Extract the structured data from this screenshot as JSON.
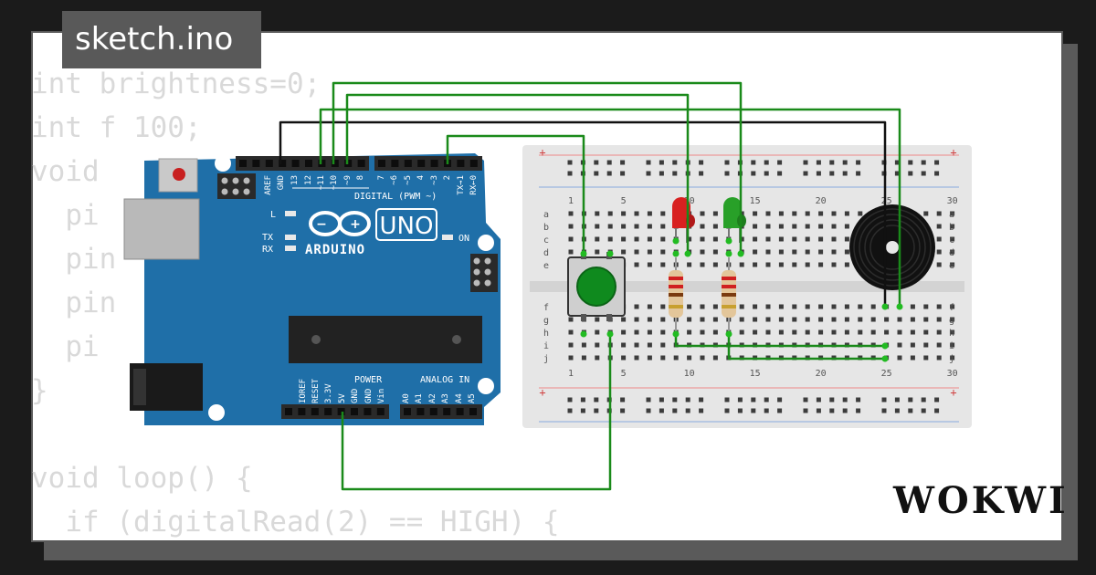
{
  "title": "sketch.ino",
  "logo": "WOKWI",
  "code_lines": [
    "int brightness=0;",
    "int f 100;",
    "void",
    "  pi",
    "  pin",
    "  pin",
    "  pi",
    "}",
    "",
    "void loop() {",
    "  if (digitalRead(2) == HIGH) {"
  ],
  "arduino": {
    "brand": "ARDUINO",
    "model": "UNO",
    "digital_header": "DIGITAL (PWM ~)",
    "pins_top": [
      "AREF",
      "GND",
      "13",
      "12",
      "~11",
      "~10",
      "~9",
      "8",
      "7",
      "~6",
      "~5",
      "4",
      "~3",
      "2",
      "TX→1",
      "RX←0"
    ],
    "led_l": "L",
    "led_tx": "TX",
    "led_rx": "RX",
    "led_on": "ON",
    "power_header": "POWER",
    "analog_header": "ANALOG IN",
    "pins_power": [
      "IOREF",
      "RESET",
      "3.3V",
      "5V",
      "GND",
      "GND",
      "Vin"
    ],
    "pins_analog": [
      "A0",
      "A1",
      "A2",
      "A3",
      "A4",
      "A5"
    ]
  },
  "breadboard": {
    "col_numbers": [
      "1",
      "5",
      "10",
      "15",
      "20",
      "25",
      "30"
    ],
    "rows_top": [
      "a",
      "b",
      "c",
      "d",
      "e"
    ],
    "rows_bottom": [
      "f",
      "g",
      "h",
      "i",
      "j"
    ],
    "plus": "+",
    "minus": "-"
  },
  "colors": {
    "wire_green": "#1a8a1a",
    "wire_black": "#111111",
    "board_blue": "#1f6fa8",
    "led_red": "#d82020",
    "led_green": "#28a028",
    "button_cap": "#0f8a1e"
  }
}
